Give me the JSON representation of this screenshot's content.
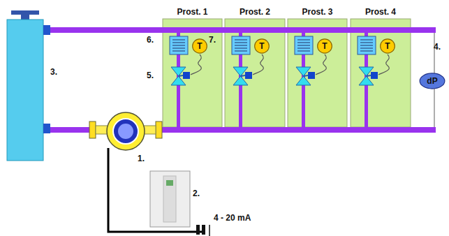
{
  "diagram": {
    "nodes": [
      {
        "text": [
          "Prost. 1"
        ]
      },
      {
        "text": [
          "T"
        ],
        "in": 0
      },
      {
        "text": [
          "Prost. 2"
        ]
      },
      {
        "text": [
          "T"
        ],
        "in": 2
      },
      {
        "text": [
          "Prost. 3"
        ]
      },
      {
        "text": [
          "T"
        ],
        "in": 4
      },
      {
        "text": [
          "Prost. 4"
        ]
      },
      {
        "text": [
          "T"
        ],
        "in": 6
      },
      {
        "text": [
          "dP"
        ]
      }
    ],
    "labels": [
      "3.",
      "6.",
      "7.",
      "5.",
      "4.",
      "1.",
      "2.",
      "4 - 20 mA"
    ]
  }
}
